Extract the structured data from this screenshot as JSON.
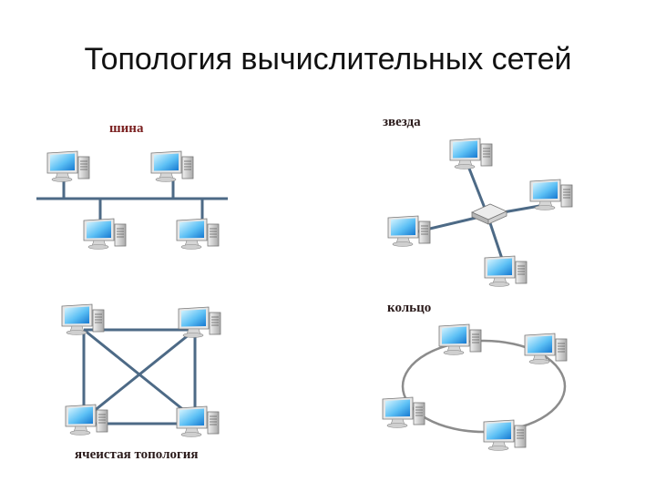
{
  "title": "Топология вычислительных сетей",
  "labels": {
    "bus": "шина",
    "star": "звезда",
    "ring": "кольцо",
    "mesh": "ячеистая топология"
  },
  "colors": {
    "label_bus": "#7a1f1f",
    "label_other": "#2a1a1a",
    "line": "#4d6a86",
    "ring": "#8c8c8c",
    "screen_light": "#b8ecff",
    "screen_dark": "#1a8fe0",
    "case": "#c9c9c9"
  },
  "icons": [
    "computer-icon",
    "switch-icon"
  ]
}
